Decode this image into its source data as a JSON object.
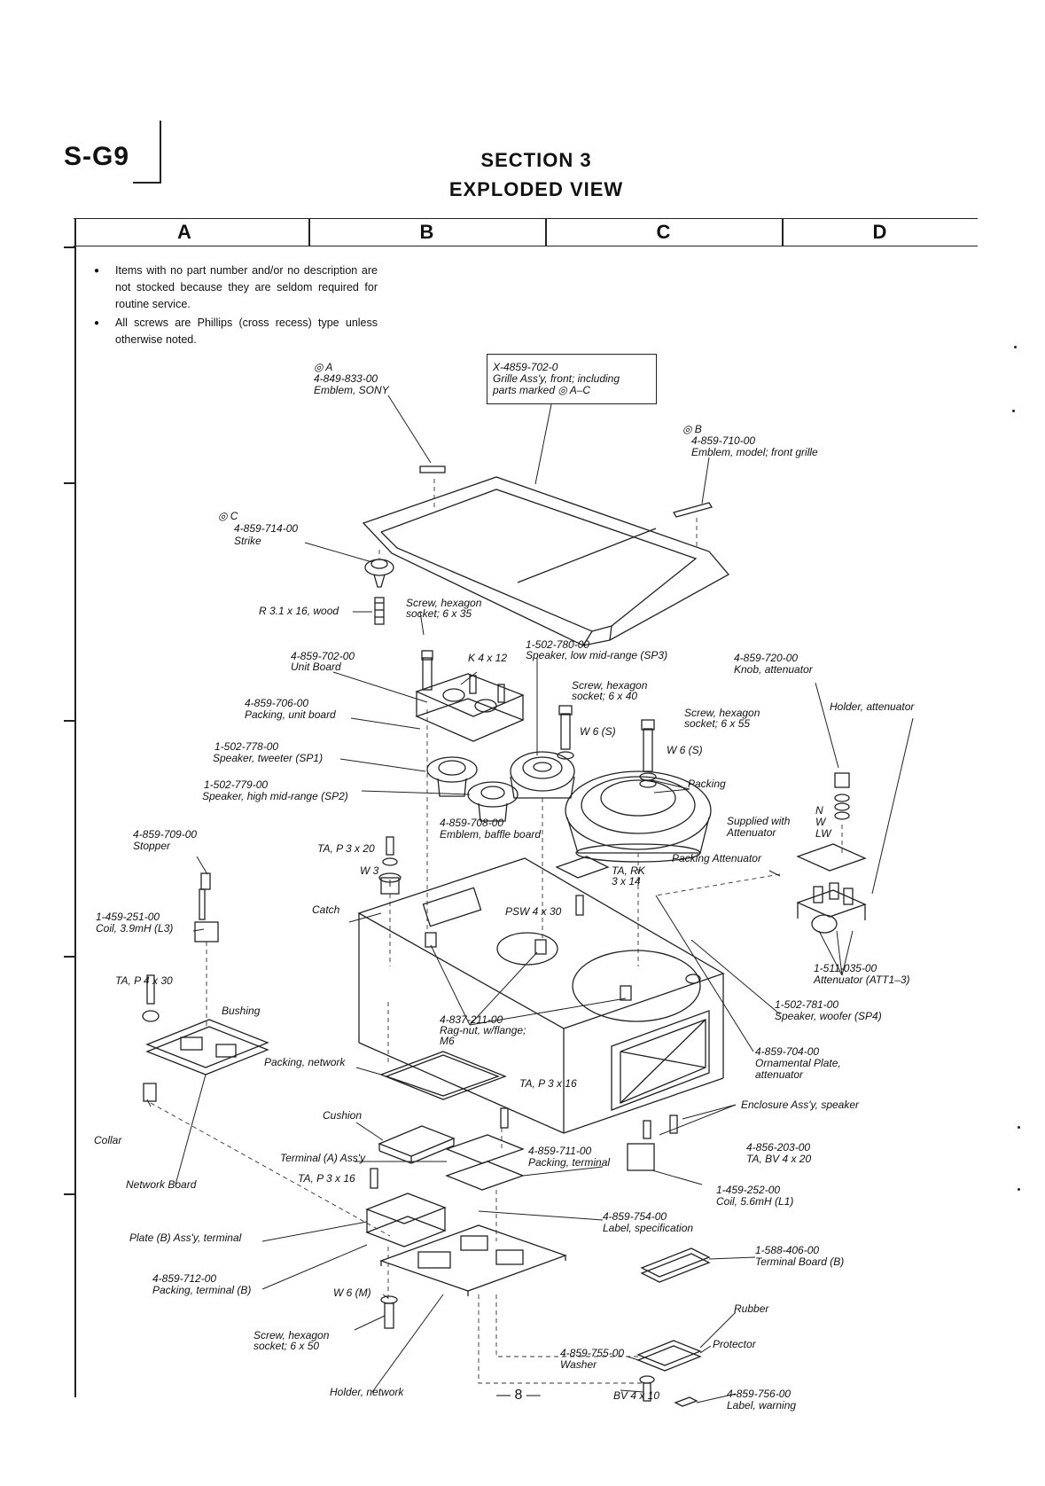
{
  "header": {
    "model": "S-G9",
    "section": "SECTION 3",
    "title": "EXPLODED VIEW"
  },
  "grid_columns": [
    "A",
    "B",
    "C",
    "D"
  ],
  "notes": [
    "Items with no part number and/or no description are not stocked because they are seldom required for routine service.",
    "All screws are Phillips (cross recess) type unless otherwise noted."
  ],
  "callouts": {
    "emblem_sony": [
      "◎ A",
      "4-849-833-00",
      "Emblem, SONY"
    ],
    "grille": [
      "X-4859-702-0",
      "Grille Ass'y, front; including",
      "parts marked ◎ A–C"
    ],
    "emblem_model": [
      "◎ B",
      "4-859-710-00",
      "Emblem, model; front grille"
    ],
    "strike": [
      "◎ C",
      "4-859-714-00",
      "Strike"
    ],
    "r_wood": [
      "R 3.1 x 16, wood"
    ],
    "screw_35": [
      "Screw, hexagon",
      "socket; 6 x 35"
    ],
    "sp3": [
      "1-502-780-00",
      "Speaker, low mid-range (SP3)"
    ],
    "unit_board": [
      "4-859-702-00",
      "Unit Board"
    ],
    "k4x12": [
      "K 4 x 12"
    ],
    "knob": [
      "4-859-720-00",
      "Knob, attenuator"
    ],
    "screw_40": [
      "Screw, hexagon",
      "socket; 6 x 40"
    ],
    "packing_unit": [
      "4-859-706-00",
      "Packing, unit board"
    ],
    "w6s_a": [
      "W 6 (S)"
    ],
    "screw_55": [
      "Screw, hexagon",
      "socket; 6 x 55"
    ],
    "holder_att": [
      "Holder, attenuator"
    ],
    "w6s_b": [
      "W 6 (S)"
    ],
    "sp1": [
      "1-502-778-00",
      "Speaker, tweeter (SP1)"
    ],
    "packing": [
      "Packing"
    ],
    "sp2": [
      "1-502-779-00",
      "Speaker, high mid-range (SP2)"
    ],
    "supplied": [
      "Supplied with",
      "Attenuator"
    ],
    "nwlw": [
      "N",
      "W",
      "LW"
    ],
    "emblem_baffle": [
      "4-859-708-00",
      "Emblem, baffle board"
    ],
    "stopper": [
      "4-859-709-00",
      "Stopper"
    ],
    "tap3x20": [
      "TA, P 3 x 20"
    ],
    "w3": [
      "W 3"
    ],
    "tark": [
      "TA, RK",
      "3 x 14"
    ],
    "packing_att": [
      "Packing Attenuator"
    ],
    "catch": [
      "Catch"
    ],
    "psw": [
      "PSW 4 x 30"
    ],
    "coil_l3": [
      "1-459-251-00",
      "Coil, 3.9mH (L3)"
    ],
    "tap4x30": [
      "TA, P 4 x 30"
    ],
    "att": [
      "1-511-035-00",
      "Attenuator (ATT1–3)"
    ],
    "sp4": [
      "1-502-781-00",
      "Speaker, woofer (SP4)"
    ],
    "bushing": [
      "Bushing"
    ],
    "ragnut": [
      "4-837-211-00",
      "Rag-nut, w/flange;",
      "M6"
    ],
    "ornamental": [
      "4-859-704-00",
      "Ornamental Plate,",
      "attenuator"
    ],
    "packing_network": [
      "Packing, network"
    ],
    "tap3x16_a": [
      "TA, P 3 x 16"
    ],
    "enclosure": [
      "Enclosure Ass'y, speaker"
    ],
    "cushion": [
      "Cushion"
    ],
    "collar": [
      "Collar"
    ],
    "tabv": [
      "4-856-203-00",
      "TA, BV 4 x 20"
    ],
    "terminal_a": [
      "Terminal (A) Ass'y"
    ],
    "packing_terminal": [
      "4-859-711-00",
      "Packing, terminal"
    ],
    "tap3x16_b": [
      "TA, P 3 x 16"
    ],
    "network_board": [
      "Network Board"
    ],
    "coil_l1": [
      "1-459-252-00",
      "Coil, 5.6mH (L1)"
    ],
    "label_spec": [
      "4-859-754-00",
      "Label, specification"
    ],
    "plate_b": [
      "Plate (B) Ass'y, terminal"
    ],
    "terminal_board": [
      "1-588-406-00",
      "Terminal Board (B)"
    ],
    "packing_tb": [
      "4-859-712-00",
      "Packing, terminal (B)"
    ],
    "w6m": [
      "W 6 (M)"
    ],
    "rubber": [
      "Rubber"
    ],
    "screw_50": [
      "Screw, hexagon",
      "socket; 6 x 50"
    ],
    "protector": [
      "Protector"
    ],
    "washer": [
      "4-859-755-00",
      "Washer"
    ],
    "holder_network": [
      "Holder, network"
    ],
    "bv4x10": [
      "BV 4 x 10"
    ],
    "label_warning": [
      "4-859-756-00",
      "Label, warning"
    ]
  },
  "page_number": "— 8 —"
}
